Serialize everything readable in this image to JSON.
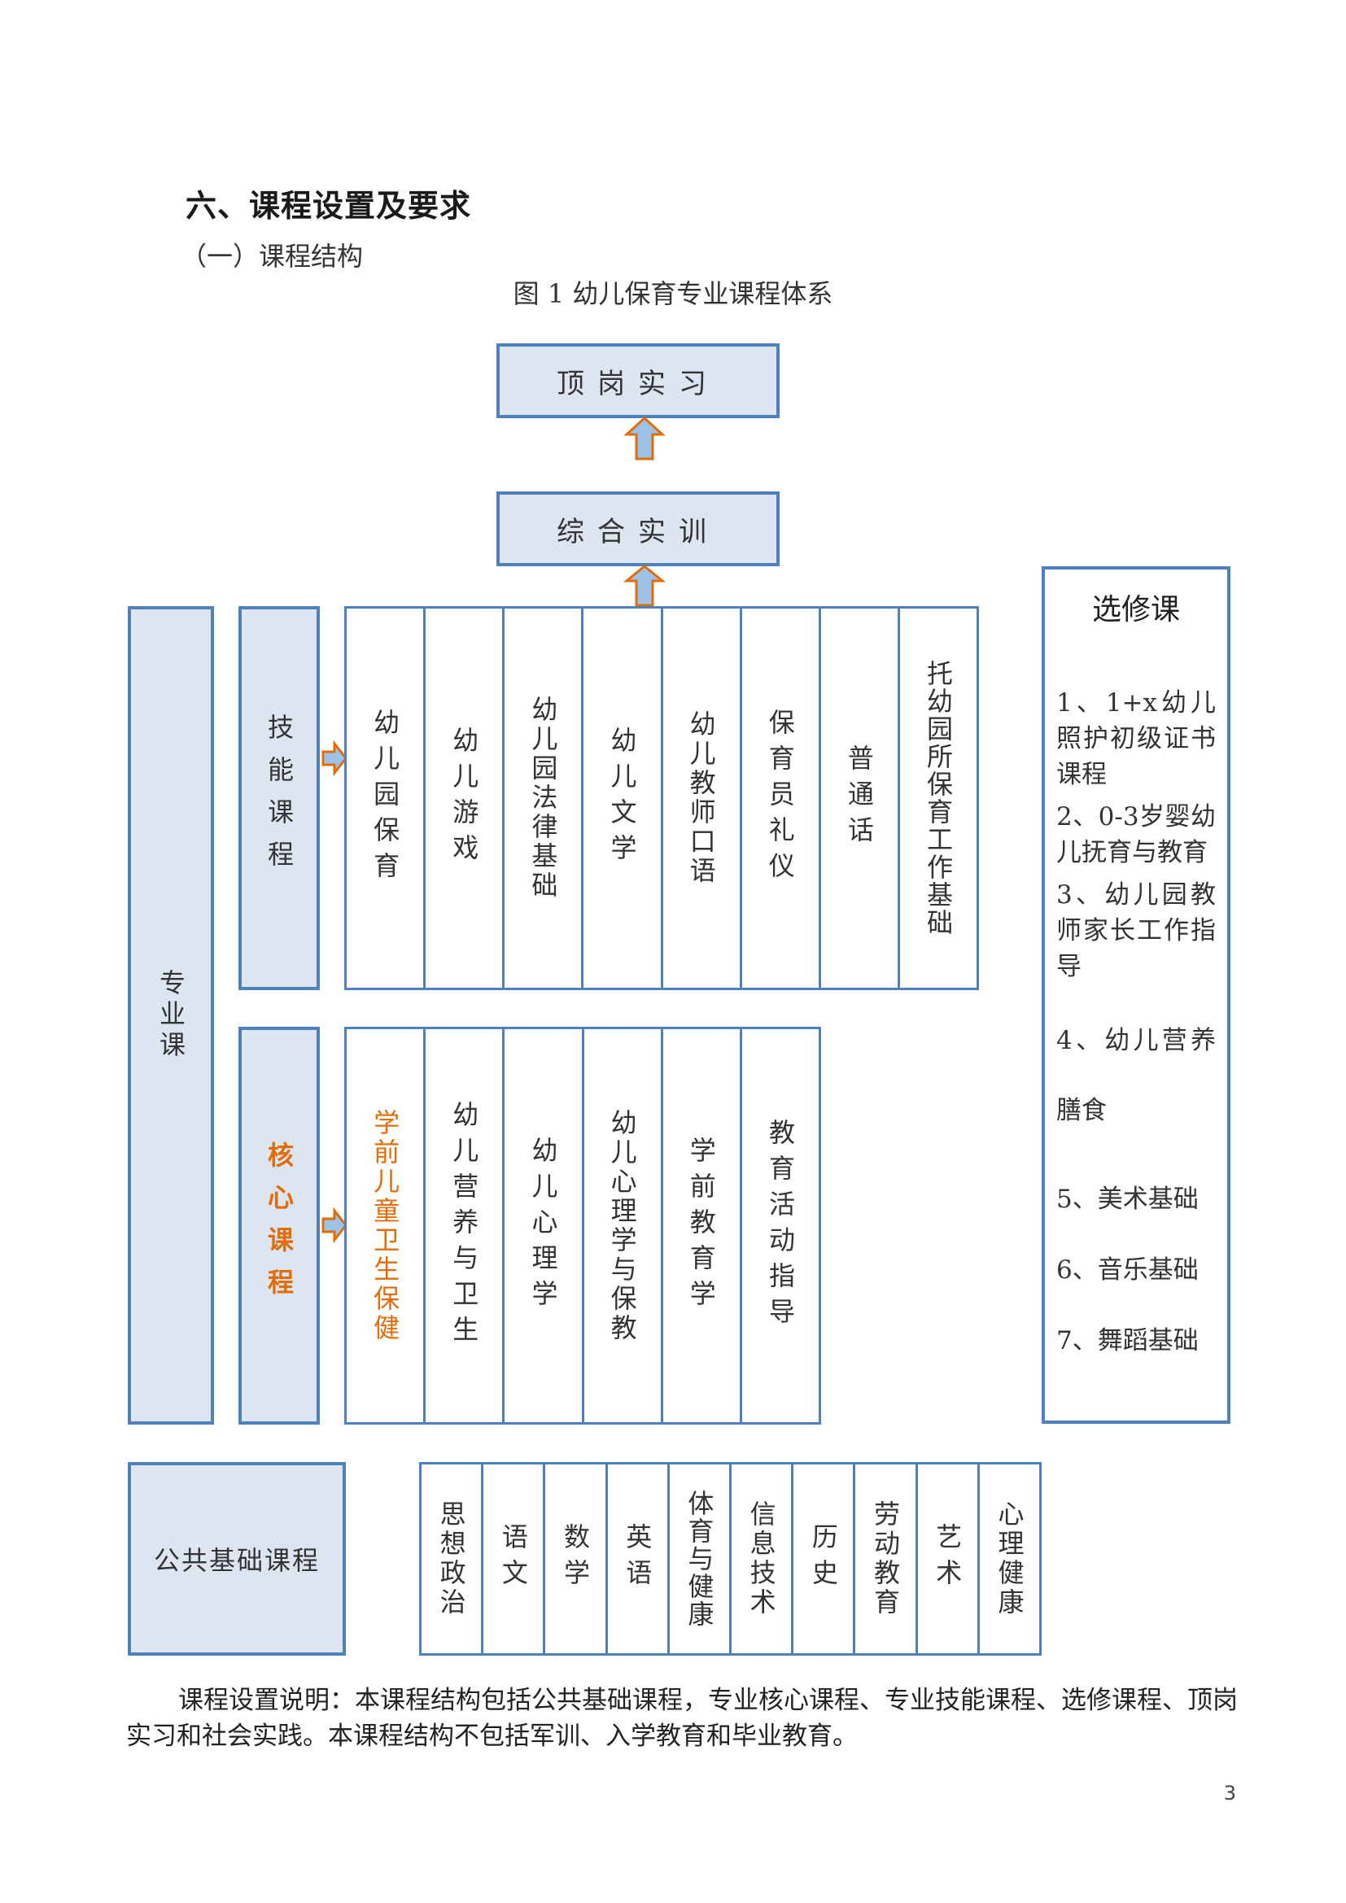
{
  "heading": {
    "section_title": "六、课程设置及要求",
    "subsection_title": "（一）课程结构",
    "figure_caption": "图 1   幼儿保育专业课程体系"
  },
  "top_stages": {
    "internship": "顶岗实习",
    "comprehensive_training": "综合实训"
  },
  "professional": {
    "label": "专业课",
    "skill_group": {
      "label": "技能课程",
      "courses": [
        "幼儿园保育",
        "幼儿游戏",
        "幼儿园法律基础",
        "幼儿文学",
        "幼儿教师口语",
        "保育员礼仪",
        "普通话",
        "托幼园所保育工作基础"
      ]
    },
    "core_group": {
      "label": "核心课程",
      "courses": [
        "学前儿童卫生保健",
        "幼儿营养与卫生",
        "幼儿心理学",
        "幼儿心理学与保教",
        "学前教育学",
        "教育活动指导"
      ]
    }
  },
  "public_foundation": {
    "label": "公共基础课程",
    "courses": [
      "思想政治",
      "语文",
      "数学",
      "英语",
      "体育与健康",
      "信息技术",
      "历史",
      "劳动教育",
      "艺术",
      "心理健康"
    ]
  },
  "electives": {
    "title": "选修课",
    "items": [
      "1、1+x幼儿照护初级证书课程",
      "2、0-3岁婴幼儿抚育与教育",
      "3、幼儿园教师家长工作指导",
      "4、幼儿营养膳食",
      "5、美术基础",
      "6、音乐基础",
      "7、舞蹈基础"
    ]
  },
  "note": "课程设置说明：本课程结构包括公共基础课程，专业核心课程、专业技能课程、选修课程、顶岗实习和社会实践。本课程结构不包括军训、入学教育和毕业教育。",
  "page_number": "3",
  "colors": {
    "box_border": "#4f81bd",
    "box_fill": "#dde6f0",
    "arrow_up_fill": "#9dc3e6",
    "arrow_stroke": "#e36c0a",
    "core_accent": "#e36c0a"
  }
}
